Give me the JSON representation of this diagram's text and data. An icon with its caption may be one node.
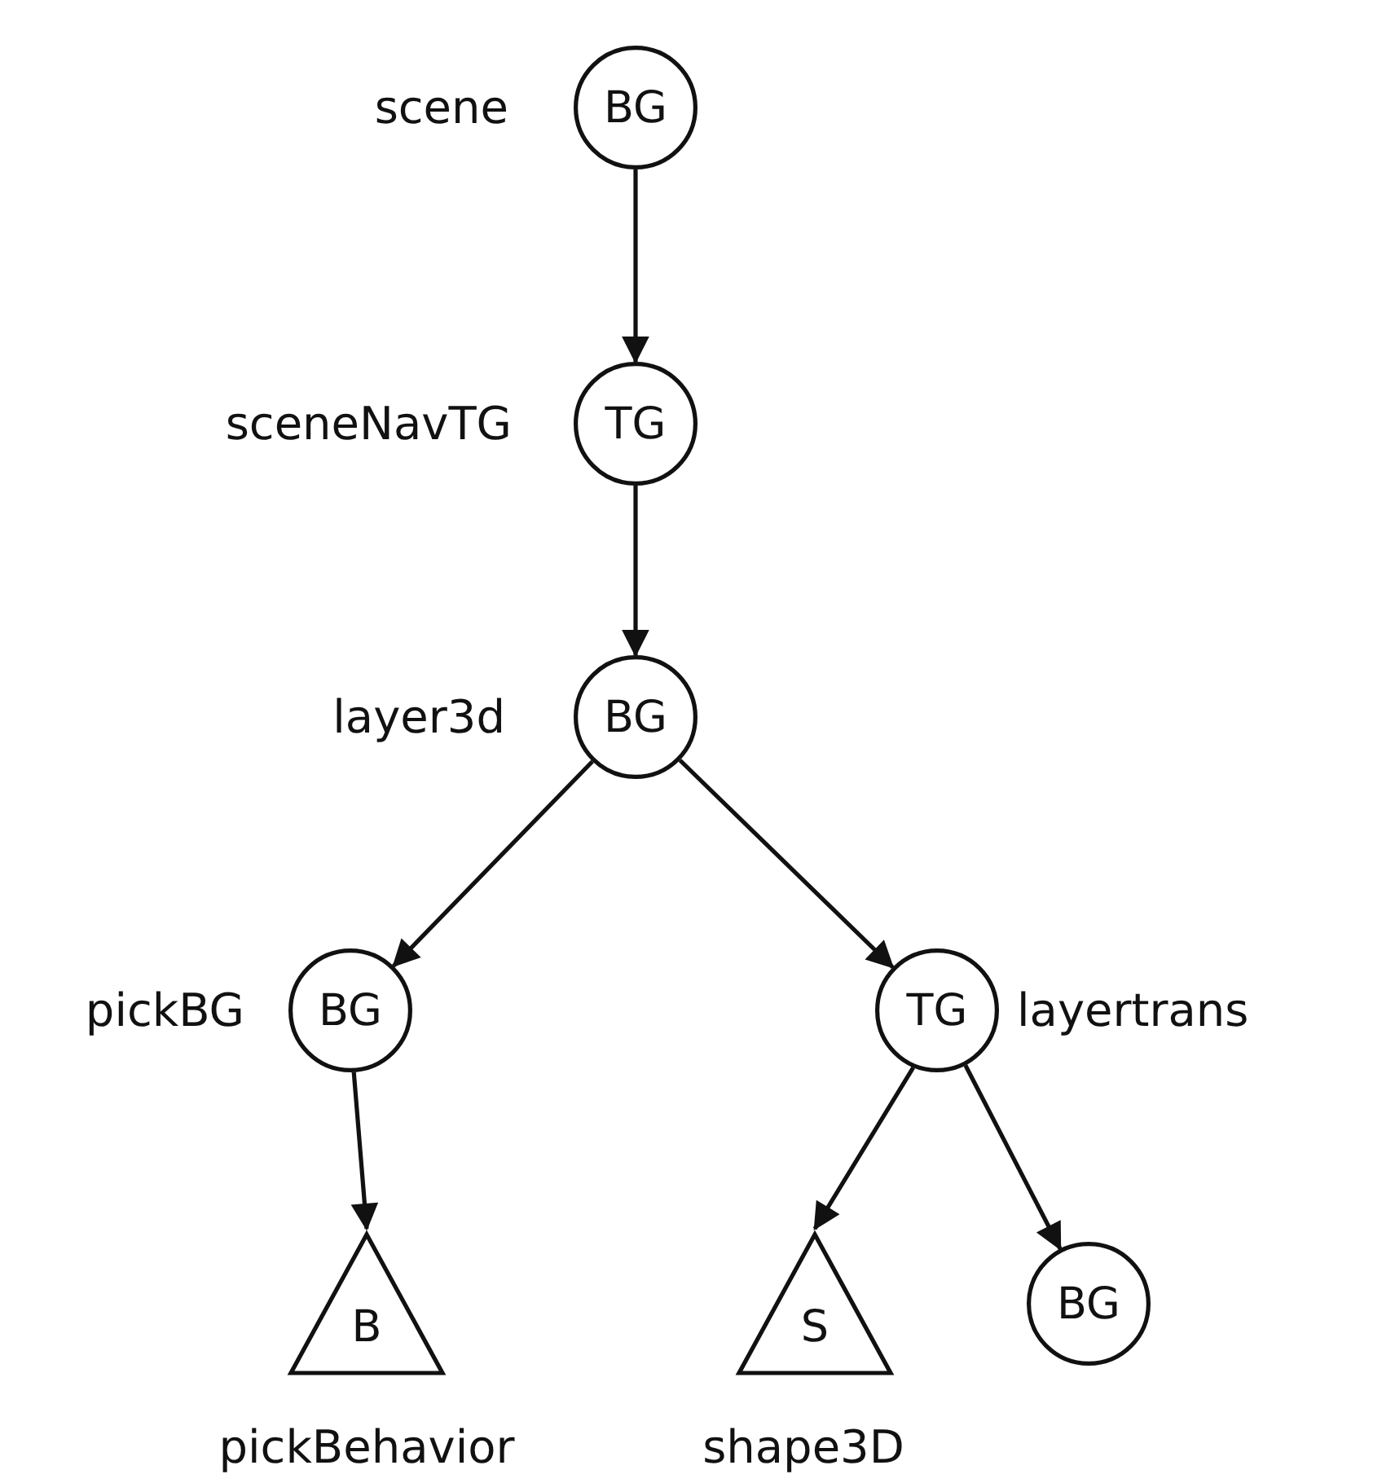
{
  "diagram": {
    "nodes": [
      {
        "text": [
          "BG"
        ],
        "beside": [
          "scene"
        ]
      },
      {
        "text": [
          "TG"
        ],
        "beside": [
          "sceneNavTG"
        ]
      },
      {
        "text": [
          "BG"
        ],
        "beside": [
          "layer3d"
        ]
      },
      {
        "text": [
          "BG"
        ],
        "beside": [
          "pickBG"
        ]
      },
      {
        "text": [
          "TG"
        ],
        "beside": [
          "layertrans"
        ]
      },
      {
        "text": [
          "B"
        ],
        "beside": [
          "pickBehavior"
        ]
      },
      {
        "text": [
          "S"
        ],
        "beside": [
          "shape3D"
        ]
      },
      {
        "text": [
          "BG"
        ]
      }
    ],
    "edges": [
      {
        "from": 0,
        "to": 1,
        "arrow": "to"
      },
      {
        "from": 1,
        "to": 2,
        "arrow": "to"
      },
      {
        "from": 2,
        "to": 3,
        "arrow": "to"
      },
      {
        "from": 2,
        "to": 4,
        "arrow": "to"
      },
      {
        "from": 3,
        "to": 5,
        "arrow": "to"
      },
      {
        "from": 4,
        "to": 6,
        "arrow": "to"
      },
      {
        "from": 4,
        "to": 7,
        "arrow": "to"
      }
    ]
  }
}
